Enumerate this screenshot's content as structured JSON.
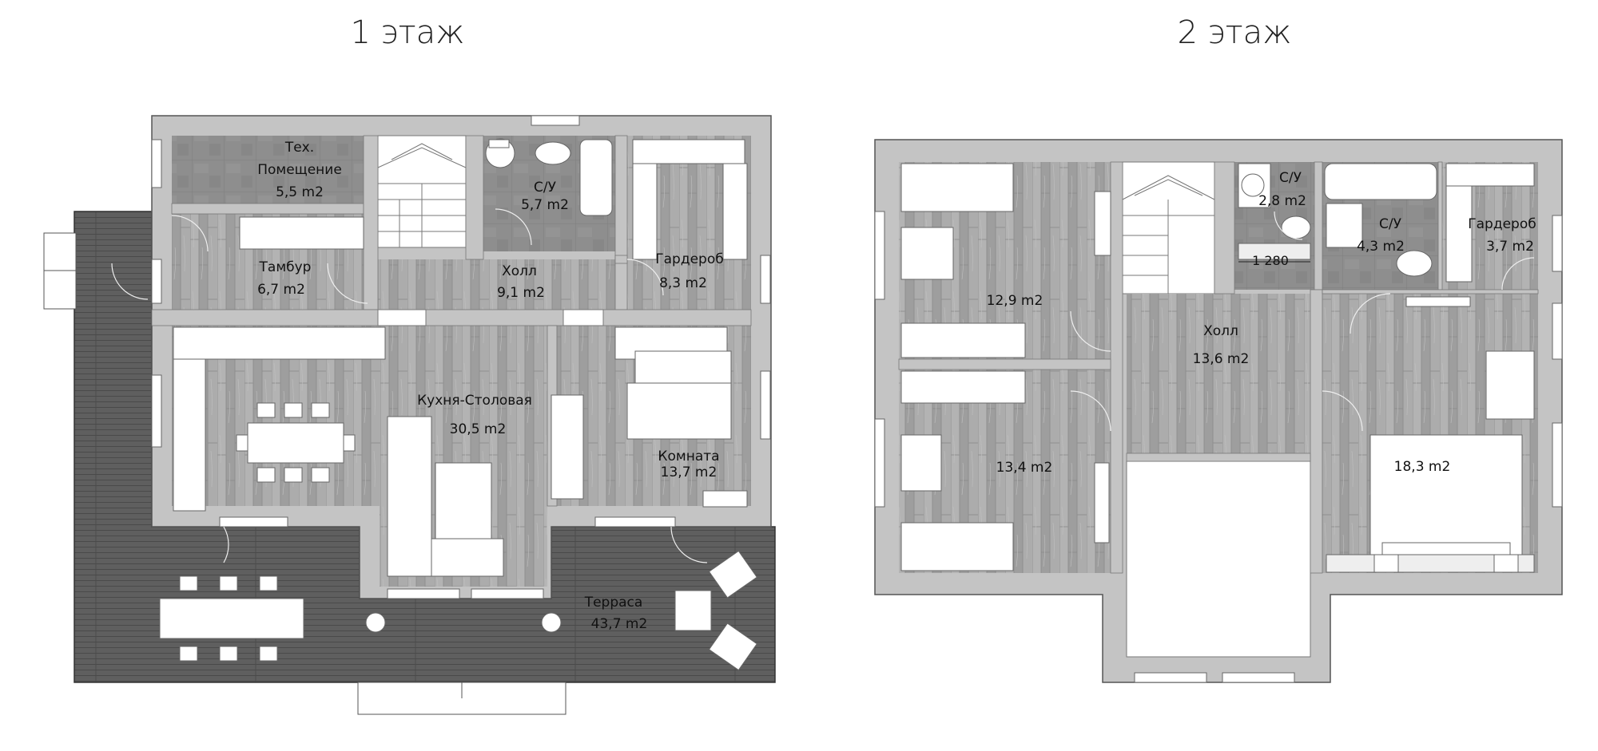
{
  "floors": [
    {
      "title": "1 этаж",
      "rooms": [
        {
          "name": "Тех.",
          "line2": "Помещение",
          "area": "5,5 m2"
        },
        {
          "name": "С/У",
          "area": "5,7 m2"
        },
        {
          "name": "Тамбур",
          "area": "6,7 m2"
        },
        {
          "name": "Холл",
          "area": "9,1 m2"
        },
        {
          "name": "Гардероб",
          "area": "8,3 m2"
        },
        {
          "name": "Кухня-Столовая",
          "area": "30,5 m2"
        },
        {
          "name": "Комната",
          "area": "13,7 m2"
        },
        {
          "name": "Терраса",
          "area": "43,7 m2"
        }
      ]
    },
    {
      "title": "2 этаж",
      "rooms": [
        {
          "name": "",
          "area": "12,9 m2"
        },
        {
          "name": "С/У",
          "area": "2,8 m2"
        },
        {
          "name": "С/У",
          "area": "4,3 m2"
        },
        {
          "name": "Гардероб",
          "area": "3,7 m2"
        },
        {
          "name": "Холл",
          "area": "13,6 m2"
        },
        {
          "name": "",
          "area": "13,4 m2"
        },
        {
          "name": "",
          "area": "18,3 m2"
        }
      ],
      "dimension": "1 280"
    }
  ],
  "colors": {
    "wall": "#c4c4c4",
    "wood": "#a5a5a5",
    "wood_dark": "#6b6b6b",
    "tile": "#8c8c8c",
    "terrace": "#5e5e5e",
    "furniture": "#ffffff"
  }
}
